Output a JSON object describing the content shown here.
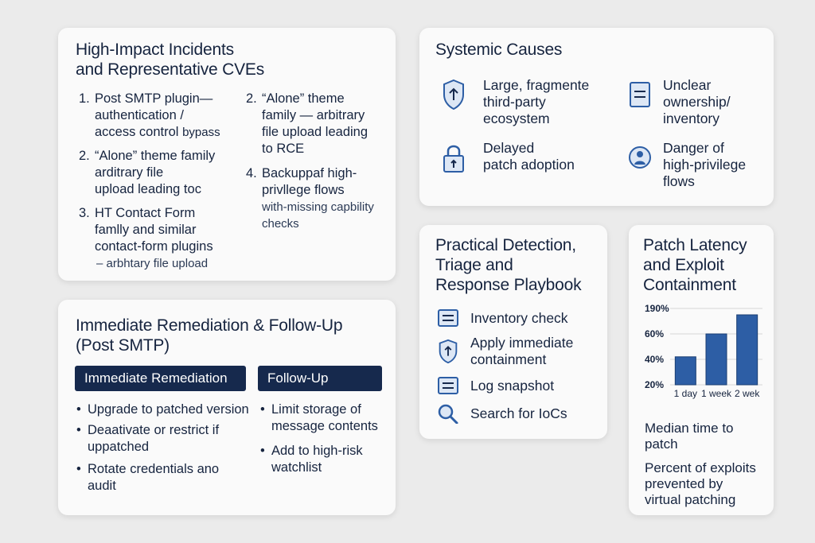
{
  "incidents": {
    "title_line1": "High-Impact Incidents",
    "title_line2": "and Representative CVEs",
    "items": [
      {
        "num": "1.",
        "l1": "Post SMTP plugin—",
        "l2": "authentication /",
        "l3": "access control",
        "l3b": "bypass"
      },
      {
        "num": "2.",
        "l1": "“Alone” theme family",
        "l2": "arditrary file",
        "l3": "upload leading toc"
      },
      {
        "num": "3.",
        "l1": "HT Contact Form",
        "l2": "famlly and similar",
        "l3": "contact-form plugins",
        "sub": "– arbhtary file upload"
      },
      {
        "num": "2.",
        "l1": "“Alone” theme",
        "l2": "family — arbitrary",
        "l3": "file upload leading",
        "l4": "to RCE"
      },
      {
        "num": "4.",
        "l1": "Backuppaf high-",
        "l2": "privllege flows",
        "sub1": "with-missing capbility",
        "sub2": "checks"
      }
    ]
  },
  "causes": {
    "title": "Systemic Causes",
    "items": [
      {
        "icon": "shield-icon",
        "lines": [
          "Large, fragmente",
          "third-party",
          "ecosystem"
        ]
      },
      {
        "icon": "document-icon",
        "lines": [
          "Unclear",
          "ownership/",
          "inventory"
        ]
      },
      {
        "icon": "lock-icon",
        "lines": [
          "Delayed",
          "patch adoption"
        ]
      },
      {
        "icon": "user-badge-icon",
        "lines": [
          "Danger of",
          "high-privilege",
          "flows"
        ]
      }
    ]
  },
  "playbook": {
    "title_line1": "Practical Detection,",
    "title_line2": "Triage and",
    "title_line3": "Response Playbook",
    "steps": [
      {
        "icon": "list-icon",
        "lines": [
          "Inventory check"
        ]
      },
      {
        "icon": "shield-icon",
        "lines": [
          "Apply immediate",
          "containment"
        ]
      },
      {
        "icon": "list-icon",
        "lines": [
          "Log snapshot"
        ]
      },
      {
        "icon": "search-icon",
        "lines": [
          "Search for IoCs"
        ]
      }
    ]
  },
  "latency": {
    "title_line1": "Patch Latency",
    "title_line2": "and Exploit",
    "title_line3": "Containment",
    "metric1_l1": "Median time to",
    "metric1_l2": "patch",
    "metric2_l1": "Percent of exploits",
    "metric2_l2": "prevented by",
    "metric2_l3": "virtual patching"
  },
  "chart_data": {
    "type": "bar",
    "categories": [
      "1 day",
      "1 week",
      "2 wek"
    ],
    "values": [
      42,
      60,
      75
    ],
    "y_tick_labels": [
      "20%",
      "40%",
      "60%",
      "190%"
    ],
    "ylim": [
      20,
      80
    ],
    "bar_color": "#2d5ea5",
    "grid": true
  },
  "remediation": {
    "title_line1": "Immediate Remediation & Follow-Up",
    "title_line2": "(Post SMTP)",
    "left_head": "Immediate Remediation",
    "right_head": "Follow-Up",
    "left_items": [
      {
        "lines": [
          "Upgrade to patched version"
        ]
      },
      {
        "lines": [
          "Deaativate or restrict if",
          "uppatched"
        ]
      },
      {
        "lines": [
          "Rotate credentials ano",
          "audit"
        ]
      }
    ],
    "right_items": [
      {
        "lines": [
          "Limit storage of",
          "message contents"
        ]
      },
      {
        "lines": [
          "Add to high-risk",
          "watchlist"
        ]
      }
    ]
  },
  "colors": {
    "navy": "#16294d",
    "icon_blue": "#2d5ea5",
    "icon_fill": "#dde7f5",
    "card": "#fafafa",
    "background": "#ebebeb"
  }
}
